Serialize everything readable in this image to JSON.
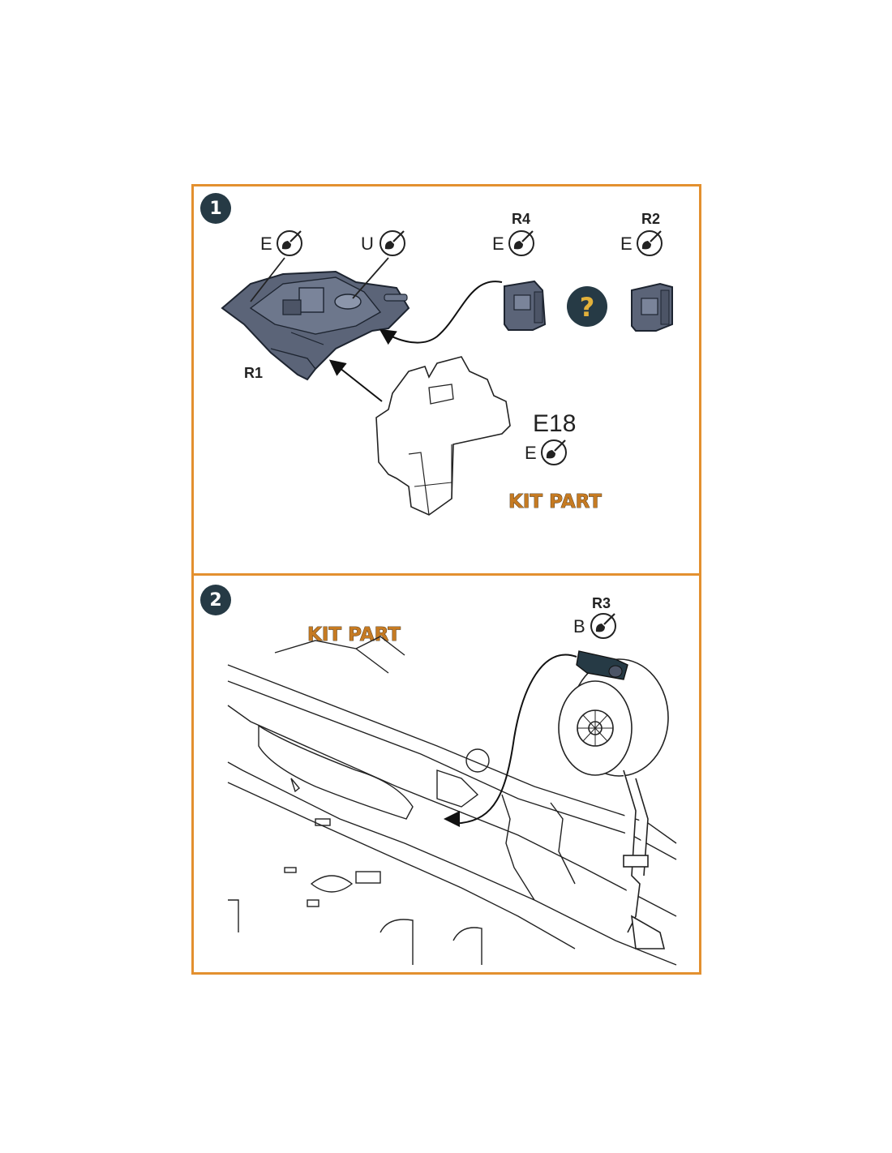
{
  "steps": [
    {
      "number": "1",
      "parts": {
        "main": "R1",
        "option_a": "R4",
        "option_b": "R2",
        "kit_part_code": "E18"
      },
      "paints": {
        "main_left": "E",
        "main_right": "U",
        "option_a": "E",
        "option_b": "E",
        "kit_part": "E"
      },
      "option_symbol": "?",
      "kit_part_label": "KIT PART"
    },
    {
      "number": "2",
      "parts": {
        "main": "R3"
      },
      "paints": {
        "main": "B"
      },
      "kit_part_label": "KIT PART"
    }
  ],
  "colors": {
    "frame": "#e3902f",
    "badge": "#263a45",
    "resin_part": "#5b6478",
    "kit_label": "#c57a22"
  },
  "icons": [
    "paintbrush-icon",
    "question-mark-icon",
    "assembly-arrow-icon"
  ]
}
